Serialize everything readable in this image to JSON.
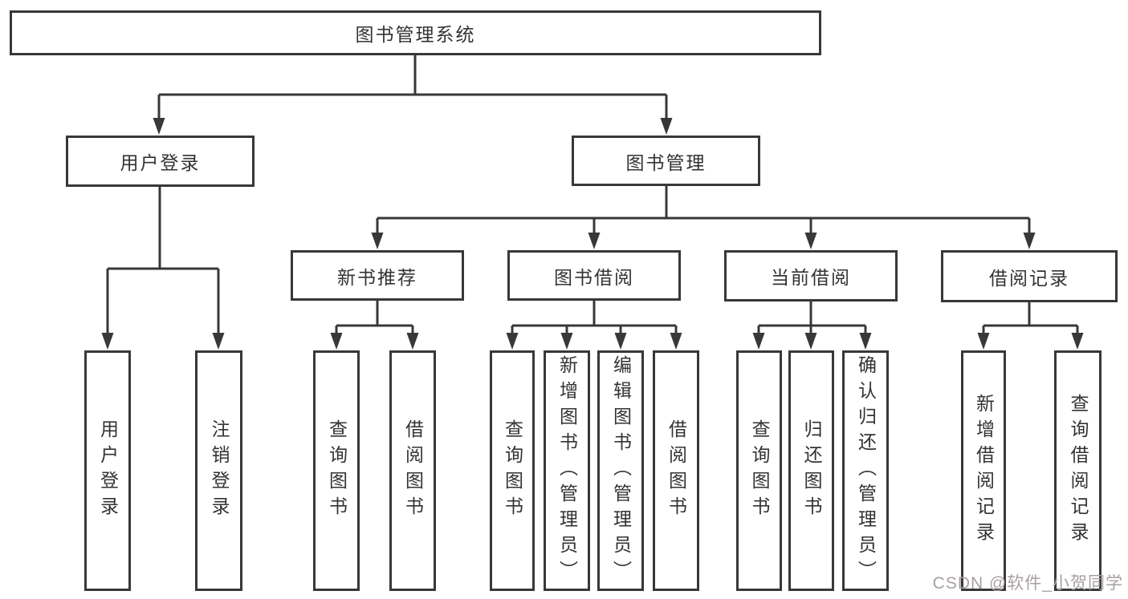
{
  "diagram": {
    "root": {
      "label": "图书管理系统",
      "children": [
        {
          "label": "用户登录",
          "children": [
            {
              "label": "用户登录"
            },
            {
              "label": "注销登录"
            }
          ]
        },
        {
          "label": "图书管理",
          "children": [
            {
              "label": "新书推荐",
              "children": [
                {
                  "label": "查询图书"
                },
                {
                  "label": "借阅图书"
                }
              ]
            },
            {
              "label": "图书借阅",
              "children": [
                {
                  "label": "查询图书"
                },
                {
                  "label": "新增图书（管理员）"
                },
                {
                  "label": "编辑图书（管理员）"
                },
                {
                  "label": "借阅图书"
                }
              ]
            },
            {
              "label": "当前借阅",
              "children": [
                {
                  "label": "查询图书"
                },
                {
                  "label": "归还图书"
                },
                {
                  "label": "确认归还（管理员）"
                }
              ]
            },
            {
              "label": "借阅记录",
              "children": [
                {
                  "label": "新增借阅记录"
                },
                {
                  "label": "查询借阅记录"
                }
              ]
            }
          ]
        }
      ]
    }
  },
  "watermark": {
    "text": "CSDN @软件_小贺同学"
  },
  "colors": {
    "line": "#383838",
    "text": "#333333",
    "box_bg": "#ffffff",
    "watermark": "#a8a0a0"
  }
}
